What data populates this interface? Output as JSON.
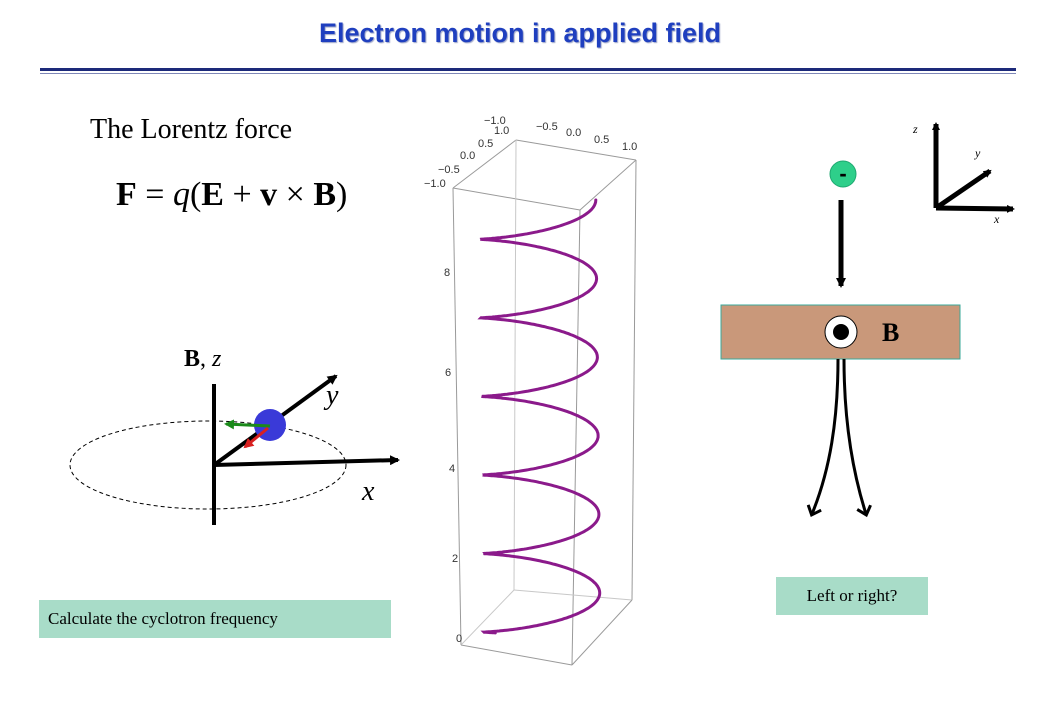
{
  "title": "Electron motion in applied field",
  "lorentz": {
    "heading": "The Lorentz force",
    "formula_F": "F",
    "formula_eq": " = ",
    "formula_q": "q",
    "formula_open": "(",
    "formula_E": "E",
    "formula_plus": " + ",
    "formula_v": "v",
    "formula_times": " × ",
    "formula_B": "B",
    "formula_close": ")"
  },
  "orbit_diagram": {
    "label_B": "B",
    "label_comma": ", ",
    "label_z": "z",
    "label_y": "y",
    "label_x": "x",
    "colors": {
      "particle": "#3a3ad8",
      "green_arrow": "#1a8a1a",
      "red_arrow": "#d82020"
    }
  },
  "helix_plot": {
    "top_ticks_a": [
      "−1.0",
      "−0.5",
      "0.0",
      "0.5",
      "1.0"
    ],
    "top_ticks_b": [
      "1.0",
      "0.5",
      "0.0",
      "−0.5",
      "−1.0"
    ],
    "vertical_ticks": [
      "8",
      "6",
      "4",
      "2",
      "0"
    ],
    "curve_color": "#8b1a8b"
  },
  "deflection_diagram": {
    "charge_sign": "-",
    "field_label": "B",
    "axes": {
      "z": "z",
      "y": "y",
      "x": "x"
    },
    "colors": {
      "charge": "#2ecf8a",
      "field_box": "#c9987a",
      "field_box_border": "#3aa89a"
    }
  },
  "calc_prompt": "Calculate the cyclotron frequency",
  "question": "Left or right?"
}
